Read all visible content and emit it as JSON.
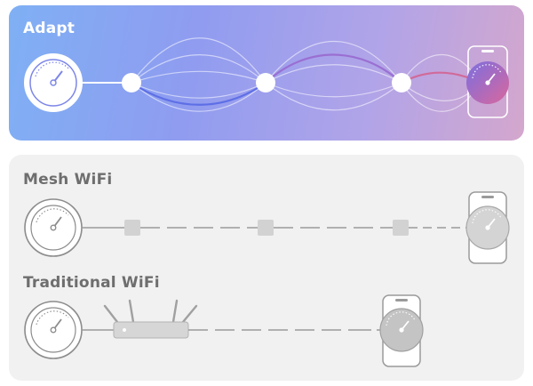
{
  "adapt": {
    "title": "Adapt"
  },
  "mesh": {
    "title": "Mesh WiFi"
  },
  "traditional": {
    "title": "Traditional WiFi"
  },
  "icons": {
    "speed": "speedometer-icon",
    "phone": "smartphone-icon",
    "node": "mesh-node-icon",
    "router": "router-icon"
  },
  "colors": {
    "gradient_start": "#7fb0f4",
    "gradient_end": "#d4a7cd",
    "active_path_blue": "#5e6fe6",
    "active_path_pink": "#d16a9a",
    "muted": "#9a9a9a"
  }
}
